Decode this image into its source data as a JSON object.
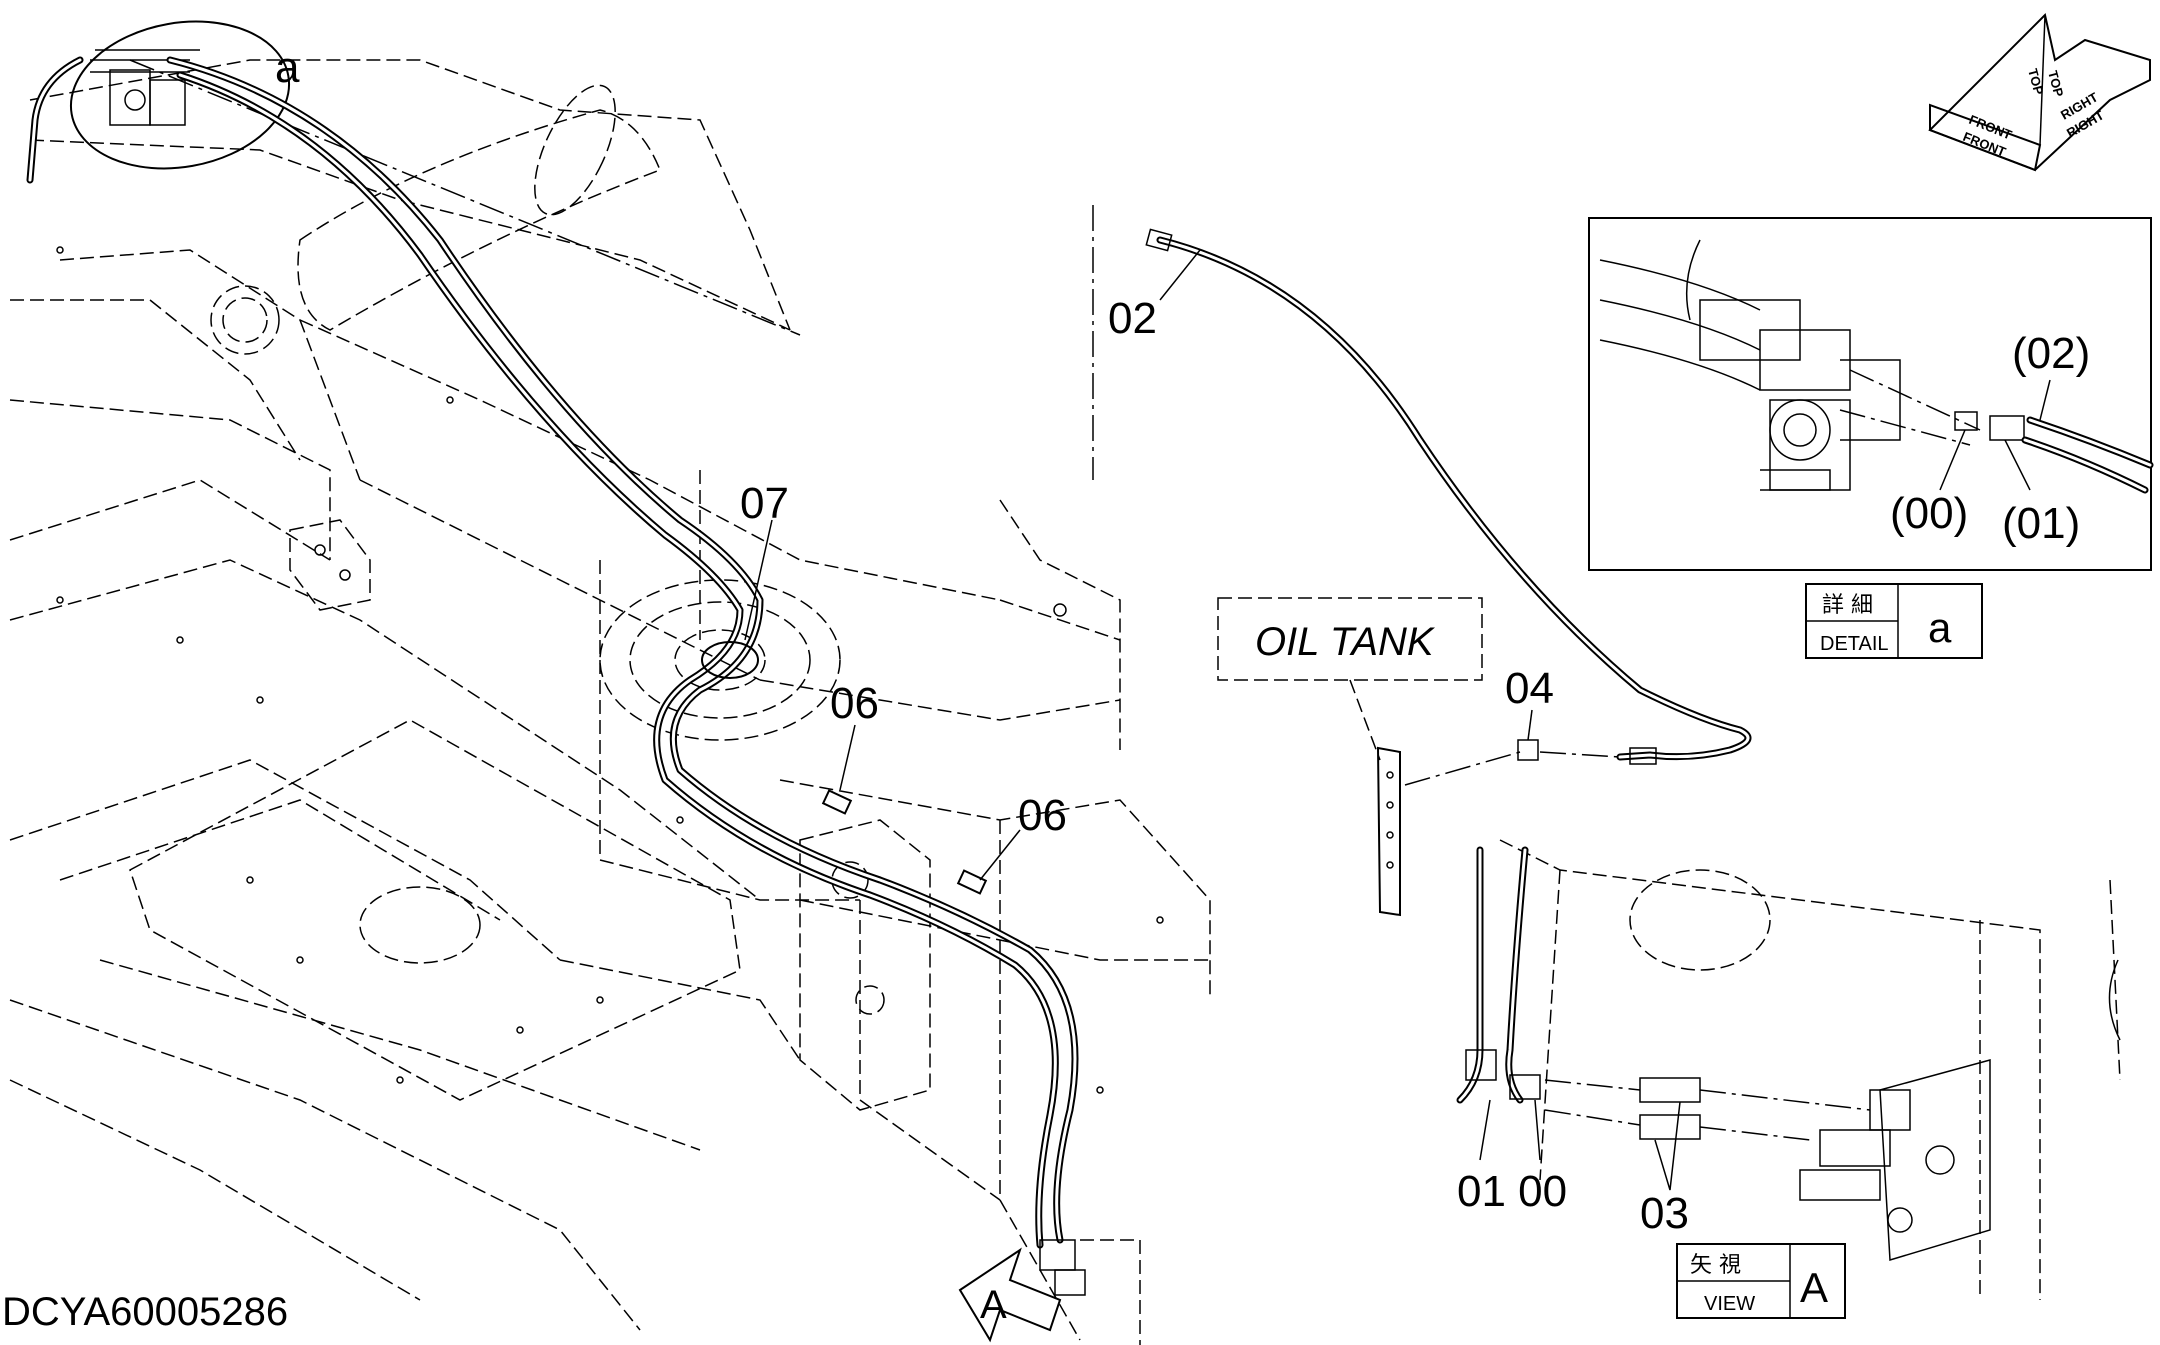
{
  "drawing_id": "DCYA60005286",
  "callouts": {
    "detail_a_circle": "a",
    "c02": "02",
    "c07": "07",
    "c06_upper": "06",
    "c06_lower": "06",
    "c04": "04",
    "c01_00": "01 00",
    "c03": "03",
    "view_arrow": "A"
  },
  "oil_tank_label": "OIL TANK",
  "detail_inset": {
    "c02": "(02)",
    "c00": "(00)",
    "c01": "(01)"
  },
  "detail_box": {
    "jp": "詳  細",
    "en": "DETAIL",
    "letter": "a"
  },
  "view_box": {
    "jp": "矢  視",
    "en": "VIEW",
    "letter": "A"
  },
  "orientation": {
    "front_a": "FRONT",
    "front_b": "FRONT",
    "top_a": "TOP",
    "top_b": "TOP",
    "right_a": "RIGHT",
    "right_b": "RIGHT"
  }
}
